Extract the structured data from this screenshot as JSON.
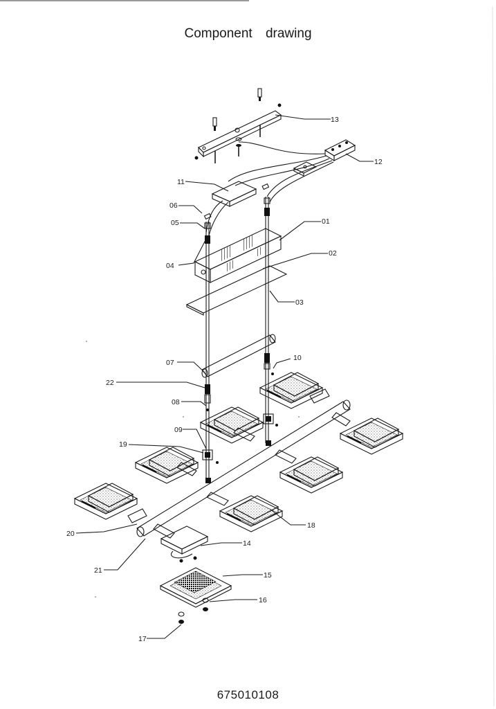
{
  "title": "Component   drawing",
  "document_number": "675010108",
  "parts": [
    {
      "id": "p01",
      "label": "01"
    },
    {
      "id": "p02",
      "label": "02"
    },
    {
      "id": "p03",
      "label": "03"
    },
    {
      "id": "p04",
      "label": "04"
    },
    {
      "id": "p05",
      "label": "05"
    },
    {
      "id": "p06",
      "label": "06"
    },
    {
      "id": "p07",
      "label": "07"
    },
    {
      "id": "p08",
      "label": "08"
    },
    {
      "id": "p09",
      "label": "09"
    },
    {
      "id": "p10",
      "label": "10"
    },
    {
      "id": "p11",
      "label": "11"
    },
    {
      "id": "p12",
      "label": "12"
    },
    {
      "id": "p13",
      "label": "13"
    },
    {
      "id": "p14",
      "label": "14"
    },
    {
      "id": "p15",
      "label": "15"
    },
    {
      "id": "p16",
      "label": "16"
    },
    {
      "id": "p17",
      "label": "17"
    },
    {
      "id": "p18",
      "label": "18"
    },
    {
      "id": "p19",
      "label": "19"
    },
    {
      "id": "p20",
      "label": "20"
    },
    {
      "id": "p21",
      "label": "21"
    },
    {
      "id": "p22",
      "label": "22"
    }
  ]
}
